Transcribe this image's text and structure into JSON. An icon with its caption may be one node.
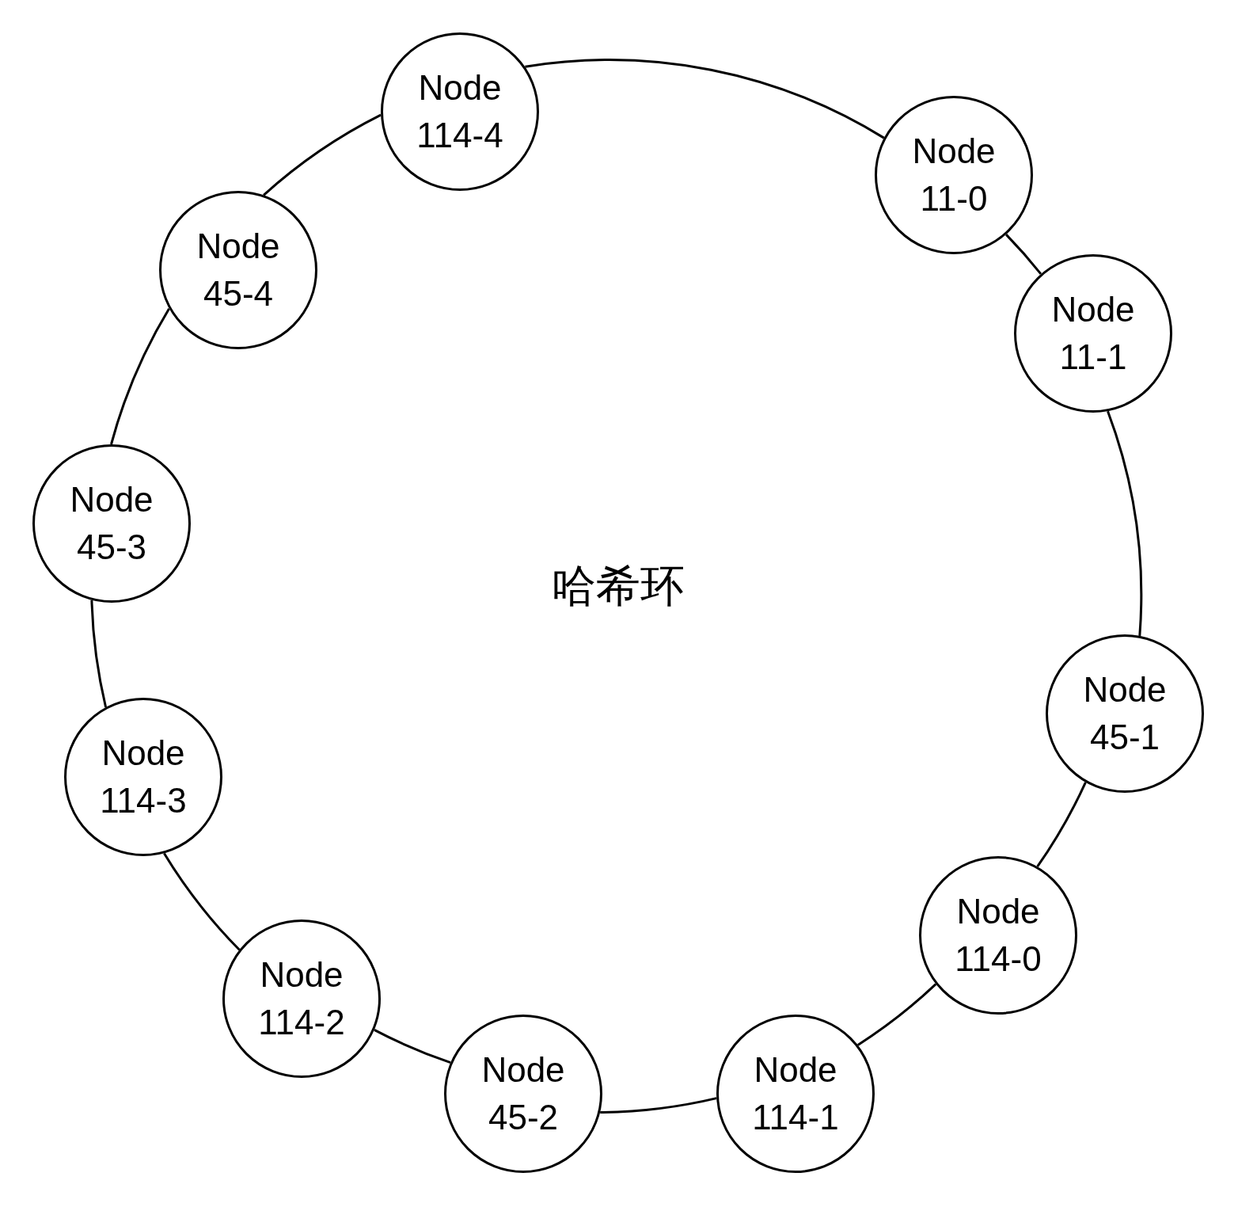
{
  "diagram": {
    "nodes": [
      {
        "text": [
          "Node 114-4"
        ]
      },
      {
        "text": [
          "Node 11-0"
        ]
      },
      {
        "text": [
          "Node 11-1"
        ]
      },
      {
        "text": [
          "Node 45-1"
        ]
      },
      {
        "text": [
          "Node 114-0"
        ]
      },
      {
        "text": [
          "Node 114-1"
        ]
      },
      {
        "text": [
          "Node 45-2"
        ]
      },
      {
        "text": [
          "Node 114-2"
        ]
      },
      {
        "text": [
          "Node 114-3"
        ]
      },
      {
        "text": [
          "Node 45-3"
        ]
      },
      {
        "text": [
          "Node 45-4"
        ]
      }
    ],
    "edges": [
      {
        "from": 0,
        "to": 1,
        "arrow": "none"
      },
      {
        "from": 1,
        "to": 2,
        "arrow": "none"
      },
      {
        "from": 2,
        "to": 3,
        "arrow": "none"
      },
      {
        "from": 3,
        "to": 4,
        "arrow": "none"
      },
      {
        "from": 4,
        "to": 5,
        "arrow": "none"
      },
      {
        "from": 5,
        "to": 6,
        "arrow": "none"
      },
      {
        "from": 6,
        "to": 7,
        "arrow": "none"
      },
      {
        "from": 7,
        "to": 8,
        "arrow": "none"
      },
      {
        "from": 8,
        "to": 9,
        "arrow": "none"
      },
      {
        "from": 9,
        "to": 10,
        "arrow": "none"
      },
      {
        "from": 10,
        "to": 0,
        "arrow": "none"
      }
    ],
    "labels": [
      "哈希环"
    ]
  }
}
